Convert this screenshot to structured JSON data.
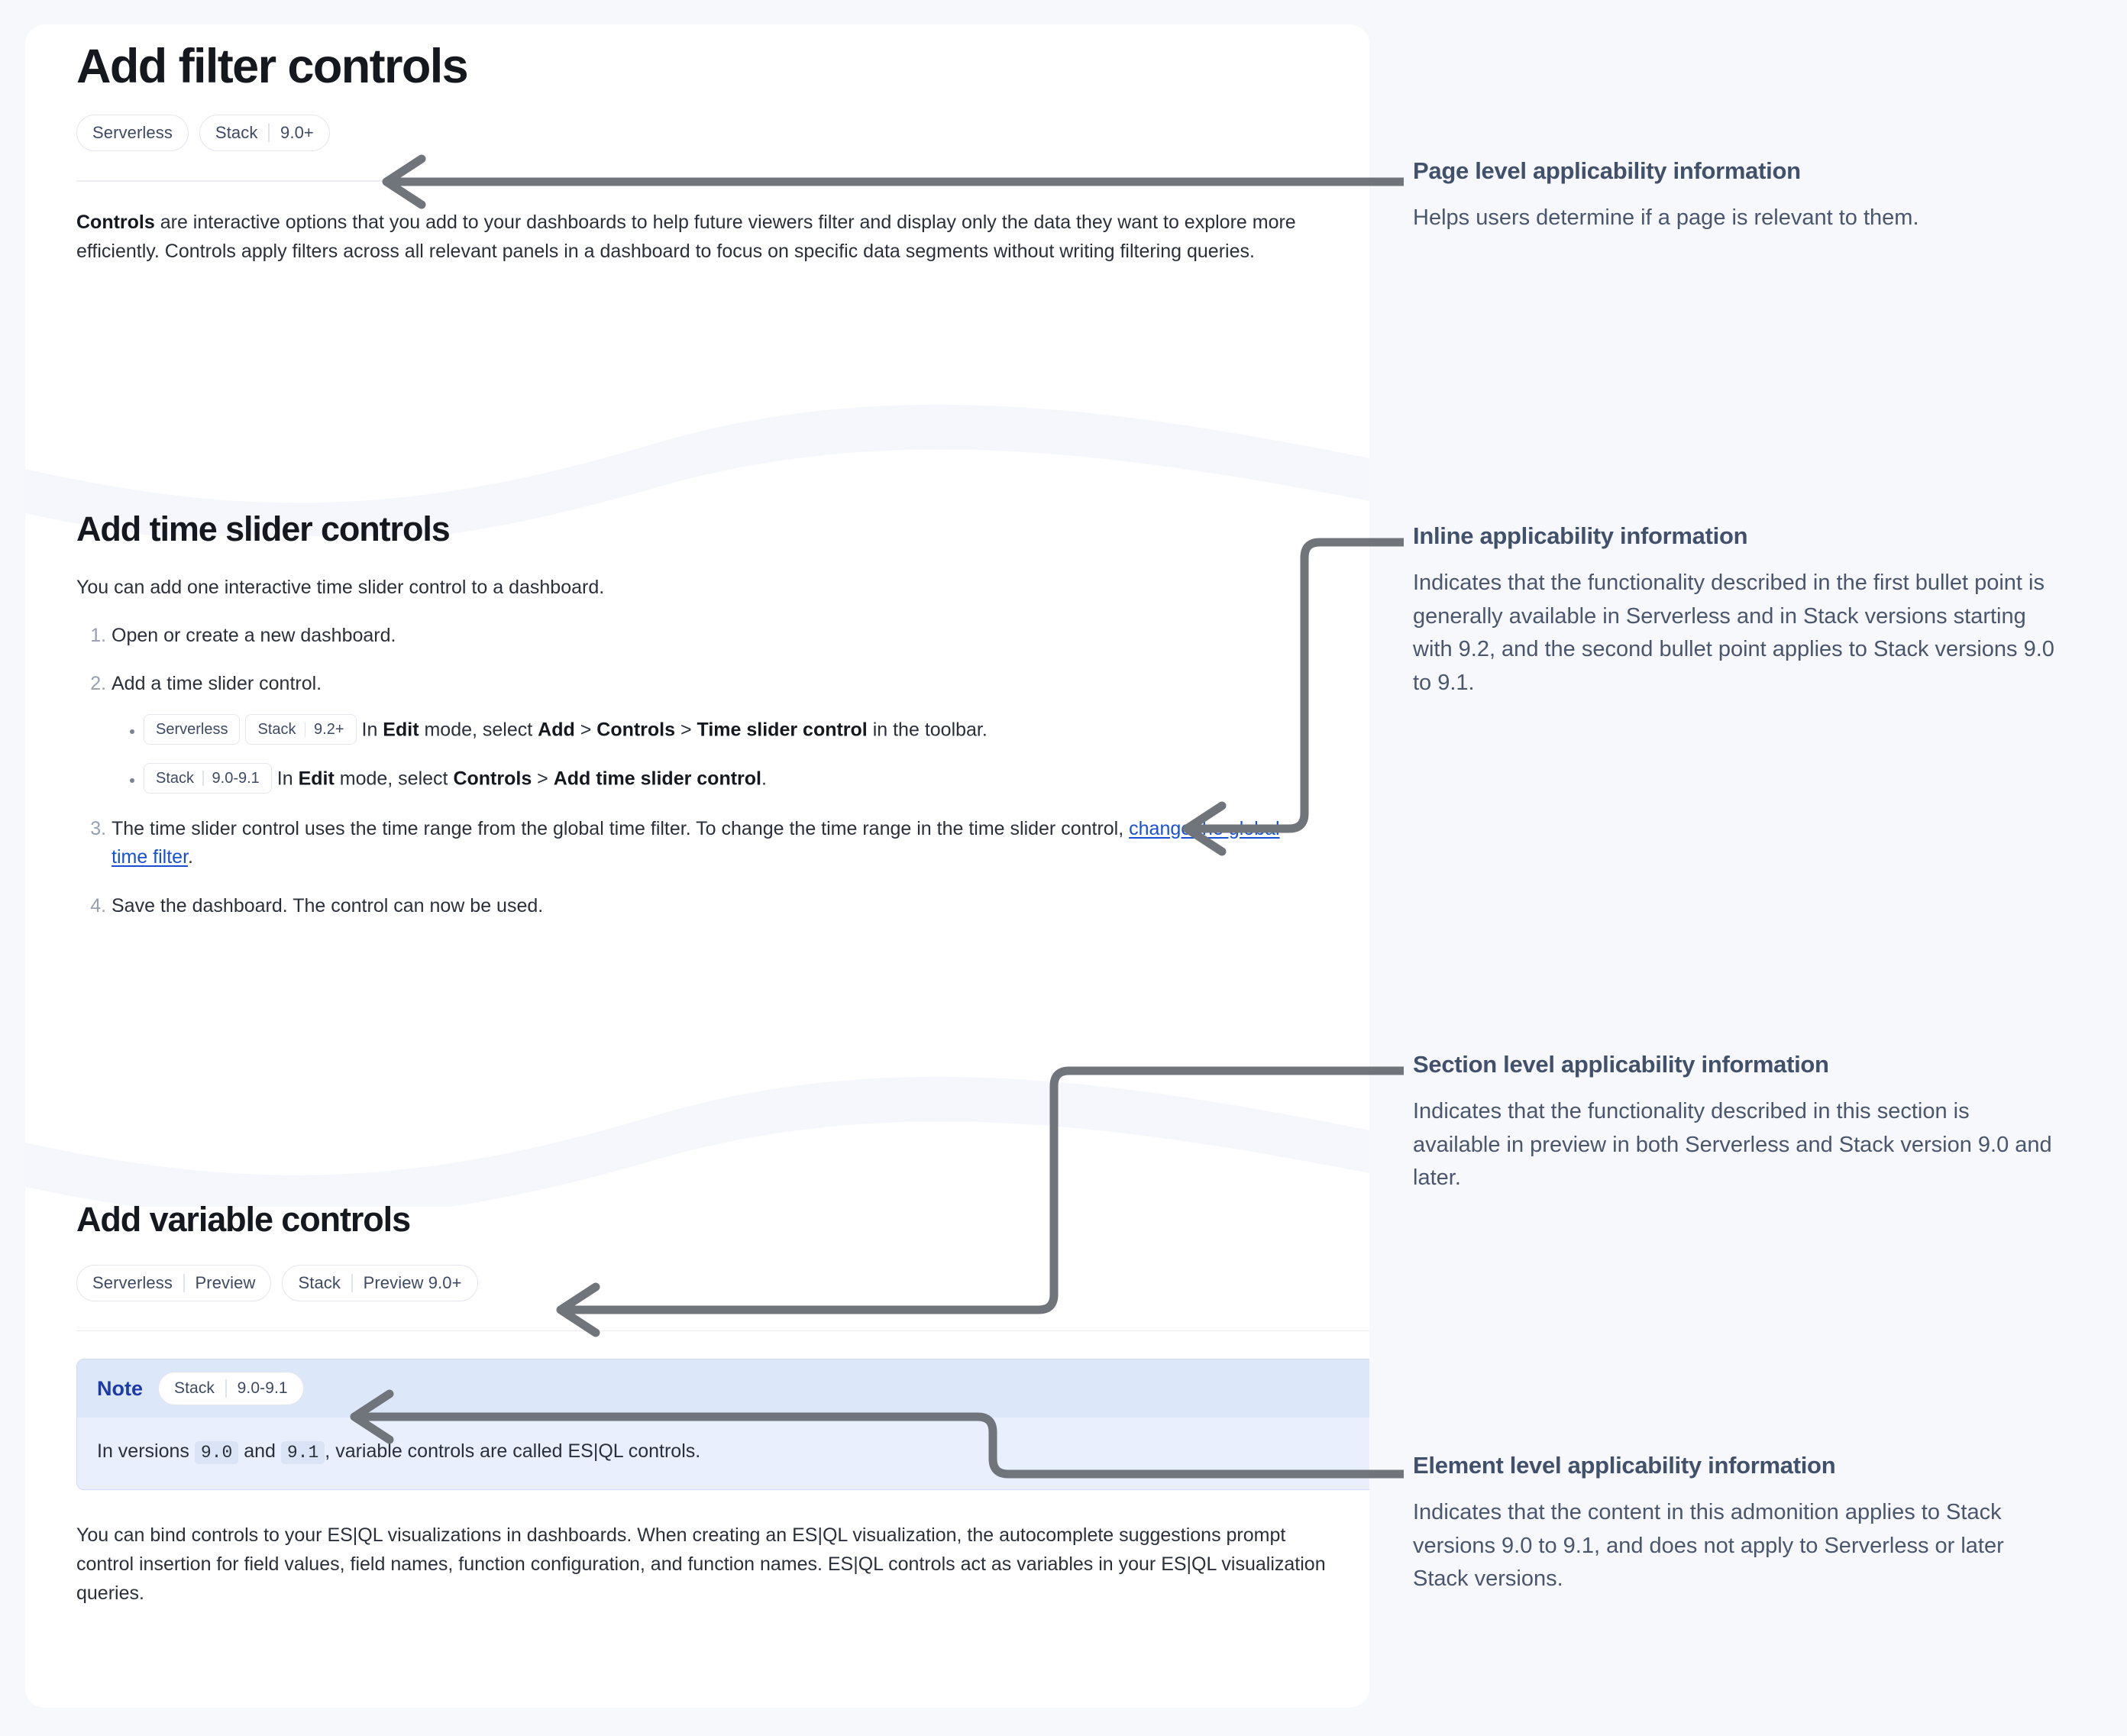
{
  "theme": {
    "canvas_bg": "#f7f8fc",
    "card_bg": "#ffffff",
    "link_color": "#1750d4",
    "note_bg": "#e9effc",
    "note_head_bg": "#dde7fa",
    "note_label_color": "#1c3da8",
    "connector_color": "#70757c",
    "annotation_title_color": "#41506b",
    "annotation_text_color": "#49566e",
    "badge_border": "#e3e6ef",
    "badge_text": "#3e4a63"
  },
  "page": {
    "title": "Add filter controls",
    "applicability": [
      {
        "name": "serverless-pill",
        "segments": [
          "Serverless"
        ]
      },
      {
        "name": "stack-pill",
        "segments": [
          "Stack",
          "9.0+"
        ]
      }
    ],
    "intro": {
      "lead": "Controls",
      "rest": " are interactive options that you add to your dashboards to help future viewers filter and display only the data they want to explore more efficiently. Controls apply filters across all relevant panels in a dashboard to focus on specific data segments without writing filtering queries."
    }
  },
  "time_slider_section": {
    "title": "Add time slider controls",
    "intro": "You can add one interactive time slider control to a dashboard.",
    "steps": [
      {
        "text": "Open or create a new dashboard."
      },
      {
        "text": "Add a time slider control.",
        "bullets": [
          {
            "badges": [
              {
                "name": "serverless-badge",
                "segments": [
                  "Serverless"
                ]
              },
              {
                "name": "stack-badge",
                "segments": [
                  "Stack",
                  "9.2+"
                ]
              }
            ],
            "parts": [
              {
                "t": "In "
              },
              {
                "t": "Edit",
                "b": true
              },
              {
                "t": " mode, select "
              },
              {
                "t": "Add",
                "b": true
              },
              {
                "t": " > "
              },
              {
                "t": "Controls",
                "b": true
              },
              {
                "t": " > "
              },
              {
                "t": "Time slider control",
                "b": true
              },
              {
                "t": " in the toolbar."
              }
            ]
          },
          {
            "badges": [
              {
                "name": "stack-badge",
                "segments": [
                  "Stack",
                  "9.0-9.1"
                ]
              }
            ],
            "parts": [
              {
                "t": "In "
              },
              {
                "t": "Edit",
                "b": true
              },
              {
                "t": " mode, select "
              },
              {
                "t": "Controls",
                "b": true
              },
              {
                "t": " > "
              },
              {
                "t": "Add time slider control",
                "b": true
              },
              {
                "t": "."
              }
            ]
          }
        ]
      },
      {
        "parts": [
          {
            "t": "The time slider control uses the time range from the global time filter. To change the time range in the time slider control, "
          },
          {
            "t": "change the global time filter",
            "link": true
          },
          {
            "t": "."
          }
        ]
      },
      {
        "text": "Save the dashboard. The control can now be used."
      }
    ]
  },
  "variable_section": {
    "title": "Add variable controls",
    "applicability": [
      {
        "name": "serverless-preview-pill",
        "segments": [
          "Serverless",
          "Preview"
        ]
      },
      {
        "name": "stack-preview-pill",
        "segments": [
          "Stack",
          "Preview 9.0+"
        ]
      }
    ],
    "note": {
      "label": "Note",
      "badge": {
        "name": "stack-badge",
        "segments": [
          "Stack",
          "9.0-9.1"
        ]
      },
      "parts": [
        {
          "t": "In versions "
        },
        {
          "t": "9.0",
          "code": true
        },
        {
          "t": " and "
        },
        {
          "t": "9.1",
          "code": true
        },
        {
          "t": ", variable controls are called ES|QL controls."
        }
      ]
    },
    "paragraph": "You can bind controls to your ES|QL visualizations in dashboards. When creating an ES|QL visualization, the autocomplete suggestions prompt control insertion for field values, field names, function configuration, and function names. ES|QL controls act as variables in your ES|QL visualization queries."
  },
  "annotations": [
    {
      "id": "page-level",
      "title": "Page level applicability information",
      "text": "Helps users determine if a page is relevant to them."
    },
    {
      "id": "inline",
      "title": "Inline applicability information",
      "text": "Indicates that the functionality described in the first bullet point is generally available in Serverless and in Stack versions starting with 9.2, and the second bullet point applies to Stack versions 9.0 to 9.1."
    },
    {
      "id": "section-level",
      "title": "Section level applicability information",
      "text": "Indicates that the functionality described in this section is available in preview in both Serverless and Stack version 9.0 and later."
    },
    {
      "id": "element-level",
      "title": "Element level applicability information",
      "text": "Indicates that the content in this admonition applies to Stack versions 9.0 to 9.1, and does not apply to Serverless or later Stack versions."
    }
  ]
}
